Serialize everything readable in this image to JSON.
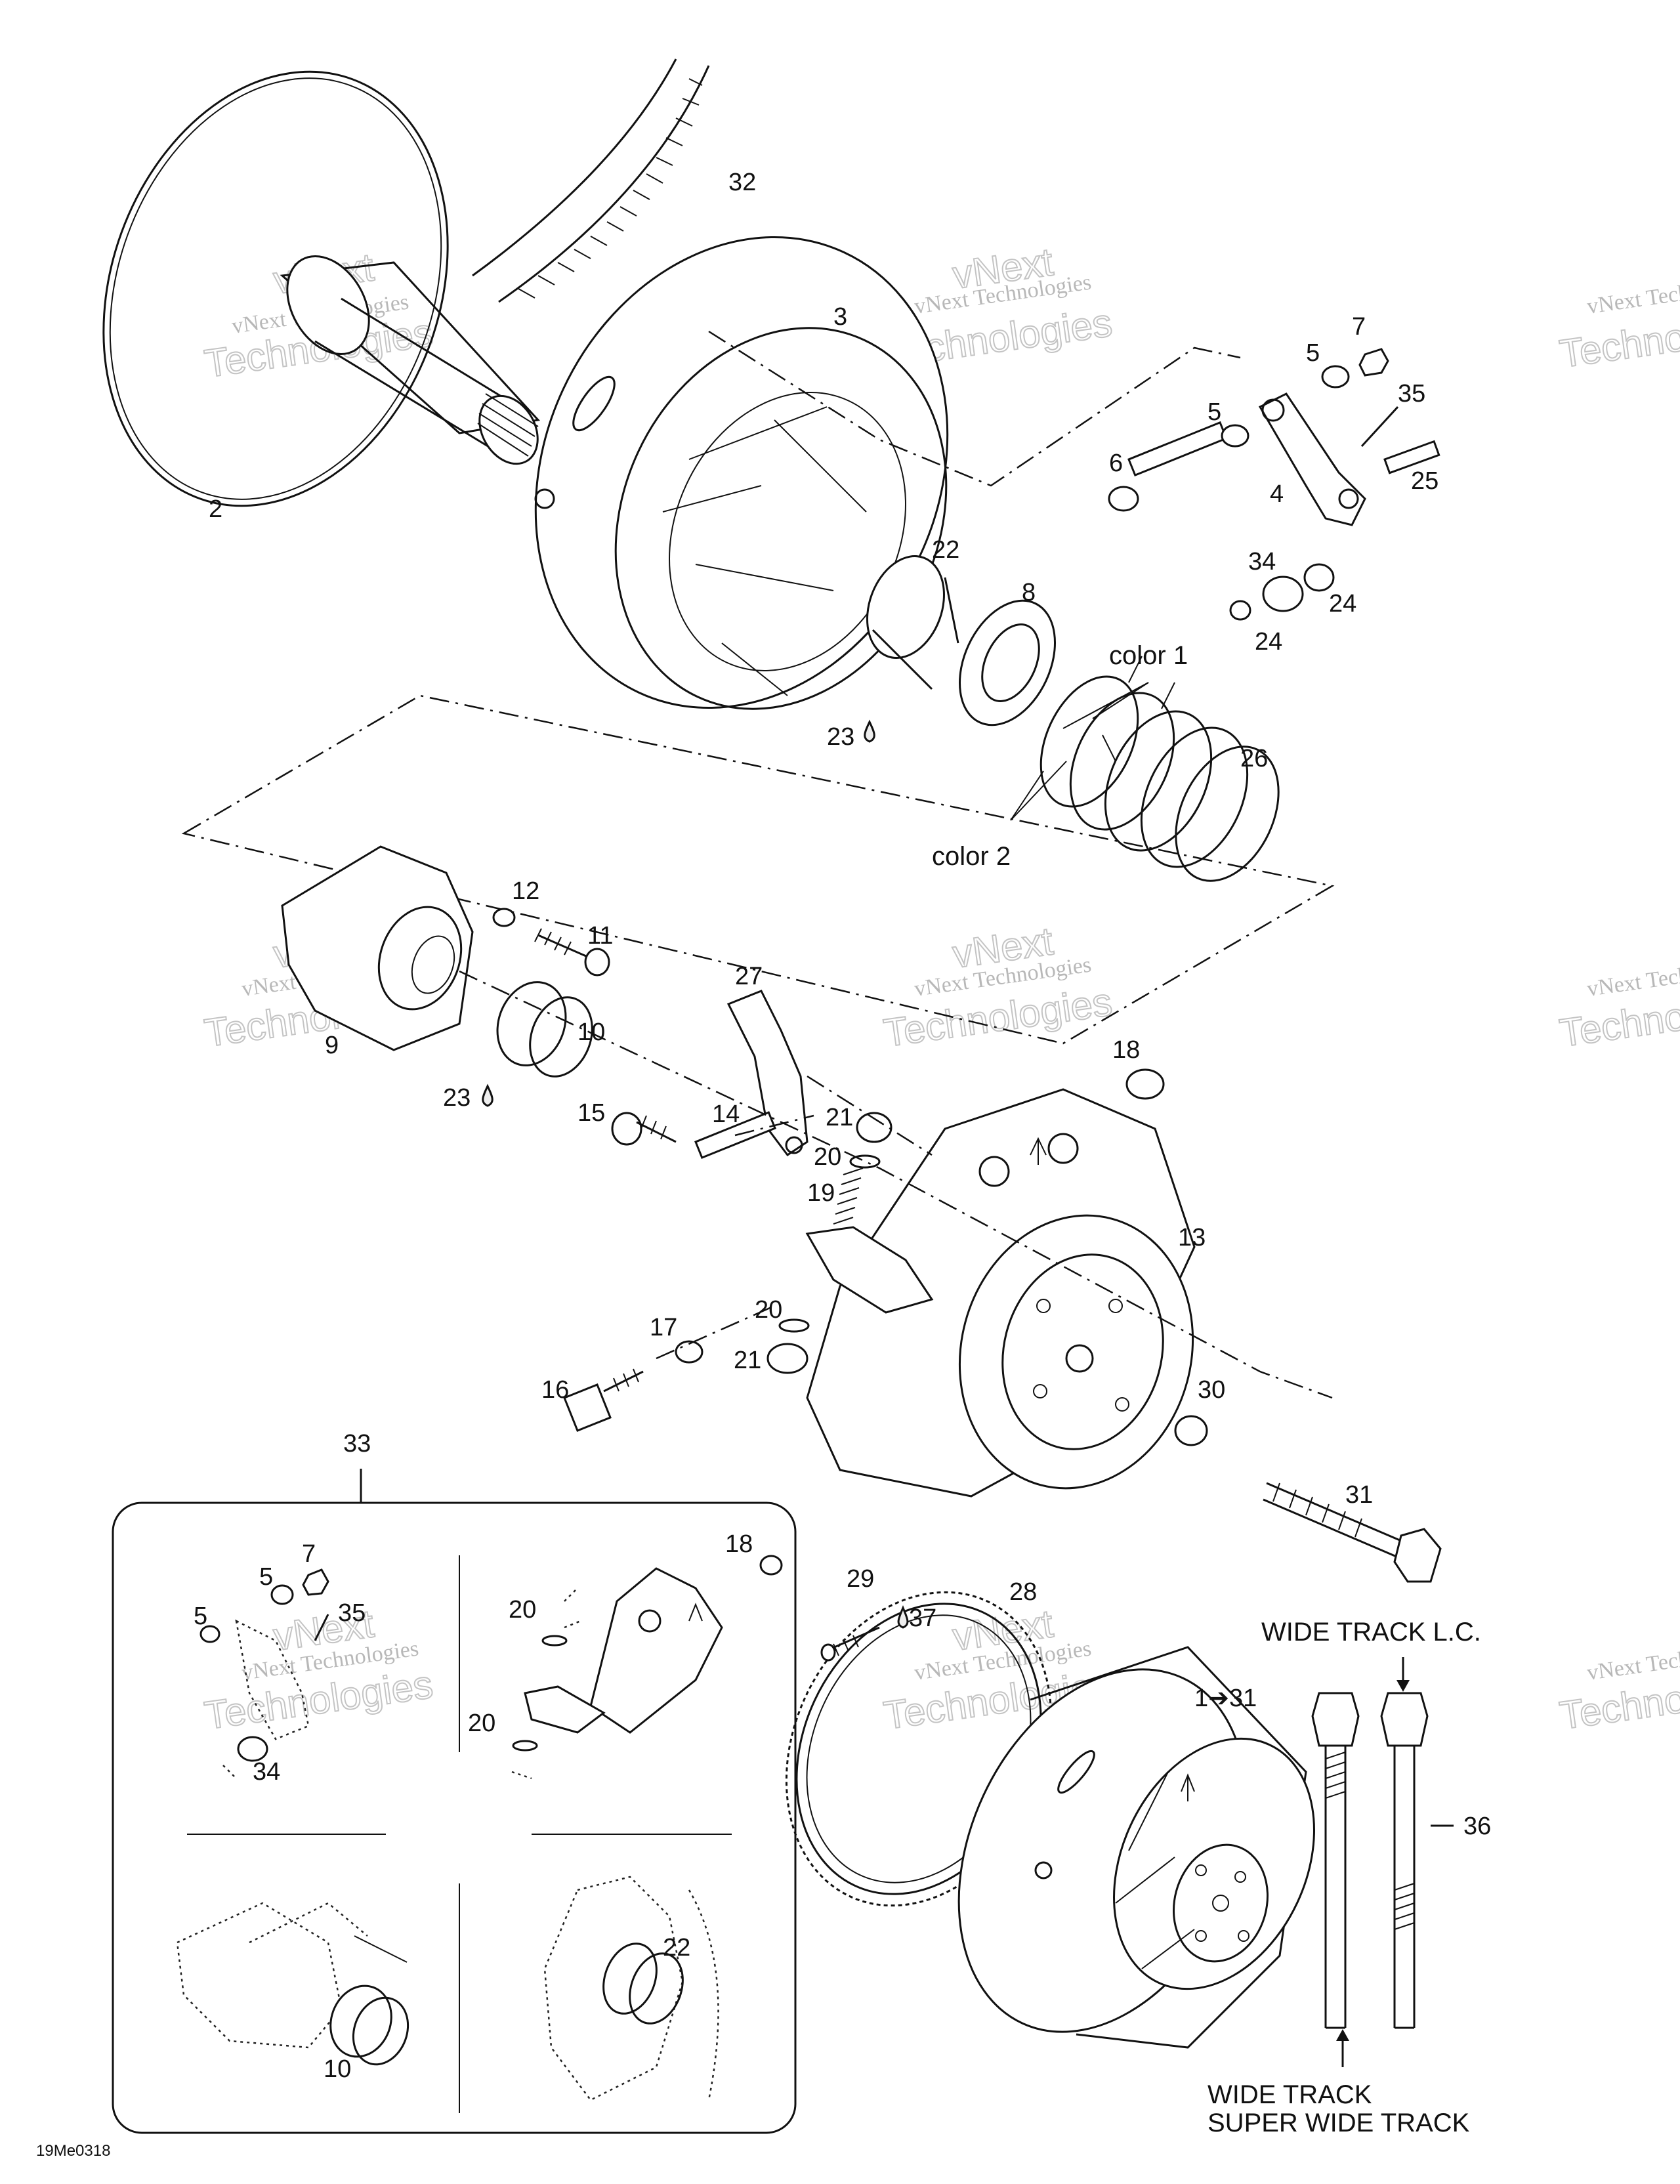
{
  "footer_code": "19Me0318",
  "watermark": {
    "line1": "vNext Technologies",
    "line2": "Technologies",
    "line3": "vNext"
  },
  "labels": {
    "p1": "1➔31",
    "p2": "2",
    "p3": "3",
    "p4": "4",
    "p5a": "5",
    "p5b": "5",
    "p5c": "5",
    "p5d": "5",
    "p6": "6",
    "p7a": "7",
    "p7b": "7",
    "p8": "8",
    "p9": "9",
    "p10a": "10",
    "p10b": "10",
    "p11": "11",
    "p12": "12",
    "p13": "13",
    "p14": "14",
    "p15": "15",
    "p16": "16",
    "p17": "17",
    "p18a": "18",
    "p18b": "18",
    "p19": "19",
    "p20a": "20",
    "p20b": "20",
    "p20c": "20",
    "p20d": "20",
    "p21a": "21",
    "p21b": "21",
    "p22a": "22",
    "p22b": "22",
    "p23a": "23",
    "p23b": "23",
    "p24a": "24",
    "p24b": "24",
    "p25": "25",
    "p26": "26",
    "p27": "27",
    "p28": "28",
    "p29": "29",
    "p30": "30",
    "p31": "31",
    "p32": "32",
    "p33": "33",
    "p34a": "34",
    "p34b": "34",
    "p35a": "35",
    "p35b": "35",
    "p36": "36",
    "p37": "37",
    "color1": "color 1",
    "color2": "color 2",
    "wide_lc": "WIDE TRACK L.C.",
    "wide_track": "WIDE TRACK",
    "super_wide": "SUPER WIDE TRACK"
  }
}
